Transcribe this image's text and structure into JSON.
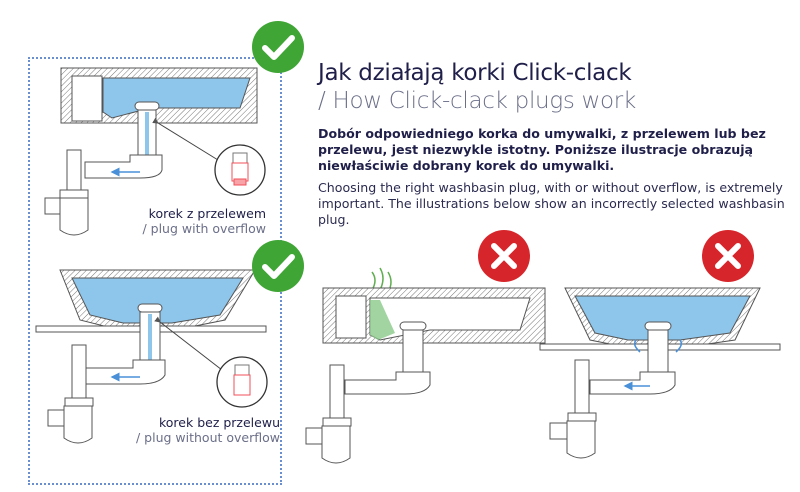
{
  "header": {
    "title": "Jak działają korki Click-clack",
    "subtitle": "/ How Click-clack plugs work"
  },
  "intro": {
    "polish": "Dobór odpowiedniego korka do umywalki, z przelewem lub bez przelewu, jest niezwykle istotny. Poniższe ilustracje obrazują niewłaściwie dobrany korek do umywalki.",
    "english": "Choosing the right washbasin plug, with or without overflow, is extremely important. The illustrations below show an incorrectly selected washbasin plug."
  },
  "panels": [
    {
      "caption_pl": "korek z przelewem",
      "caption_en": "/ plug with overflow",
      "status": "correct",
      "icon": "check-icon"
    },
    {
      "caption_pl": "korek bez przelewu",
      "caption_en": "/ plug without overflow",
      "status": "correct",
      "icon": "check-icon"
    },
    {
      "status": "incorrect",
      "icon": "cross-icon"
    },
    {
      "status": "incorrect",
      "icon": "cross-icon"
    }
  ],
  "colors": {
    "correct": "#3fa535",
    "incorrect": "#d7262b",
    "water": "#8ec5ea",
    "text": "#1f1f4a",
    "plug_highlight": "#f0525a"
  }
}
